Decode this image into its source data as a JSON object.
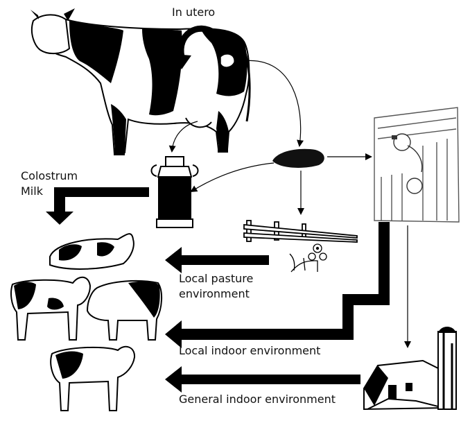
{
  "labels": {
    "in_utero": "In utero",
    "colostrum": "Colostrum",
    "milk": "Milk",
    "local_pasture_line1": "Local pasture",
    "local_pasture_line2": "environment",
    "local_indoor": "Local indoor environment",
    "general_indoor": "General indoor environment"
  },
  "colors": {
    "ink": "#000000",
    "paper": "#ffffff",
    "gray": "#8a8a8a"
  },
  "icons": [
    "cow-icon",
    "calf-icon",
    "milk-can-icon",
    "manure-icon",
    "fence-icon",
    "flowers-icon",
    "calf-pen-icon",
    "barn-icon",
    "silo-icon"
  ]
}
